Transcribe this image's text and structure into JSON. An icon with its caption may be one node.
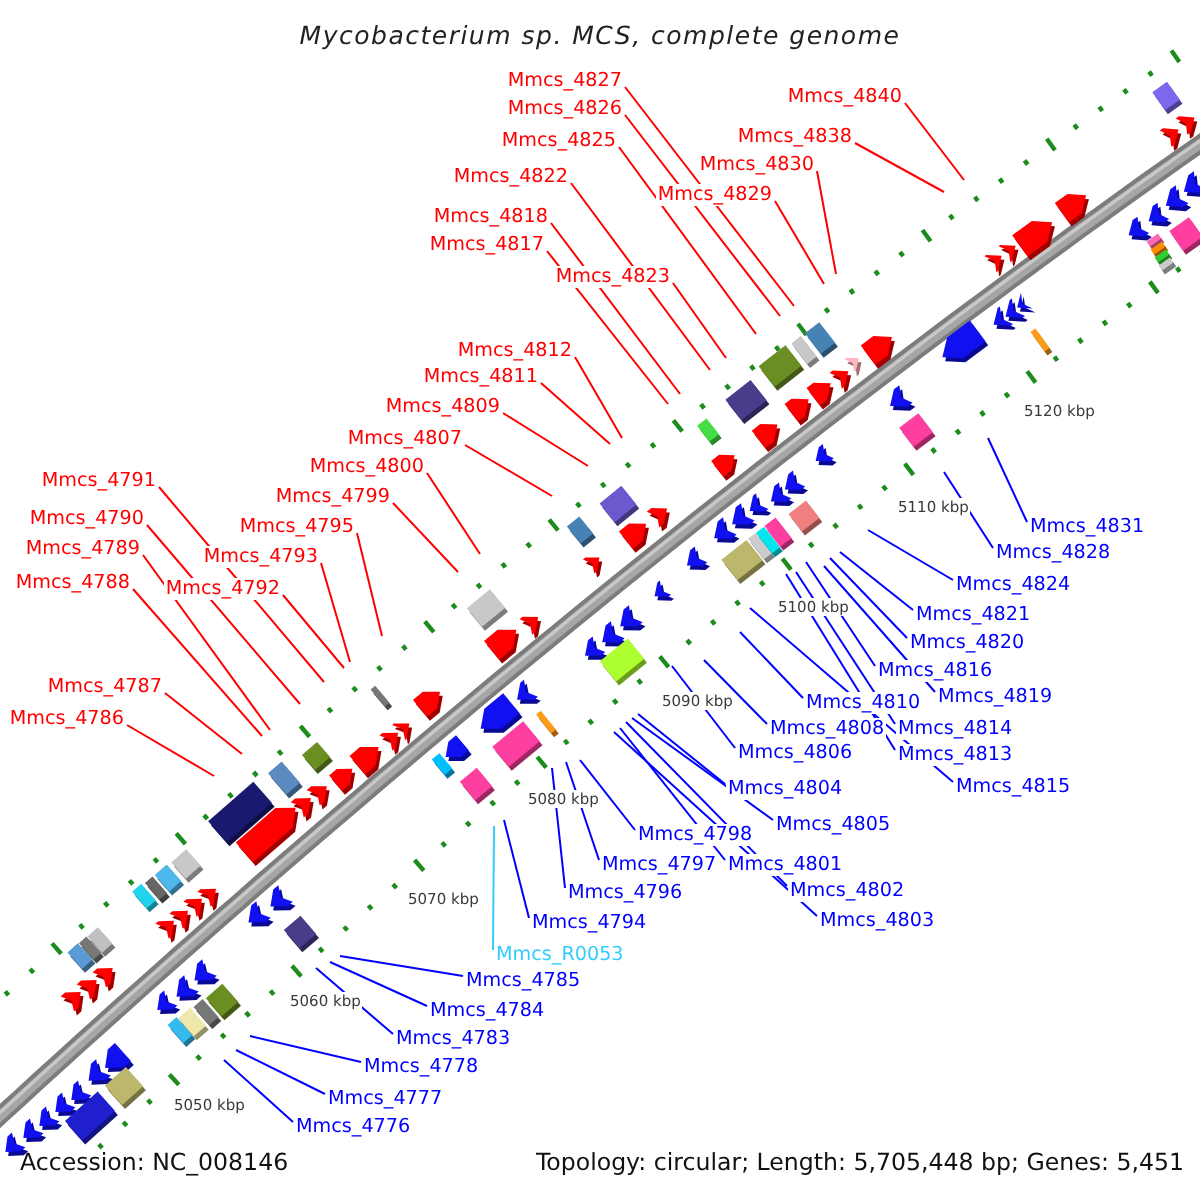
{
  "diagram": {
    "title": "Mycobacterium sp. MCS, complete genome",
    "nodes": [
      {
        "text": [
          "Mmcs_4827"
        ]
      },
      {
        "text": [
          "Mmcs_4840"
        ]
      },
      {
        "text": [
          "Mmcs_4826"
        ]
      },
      {
        "text": [
          "Mmcs_4838"
        ]
      },
      {
        "text": [
          "Mmcs_4825"
        ]
      },
      {
        "text": [
          "Mmcs_4830"
        ]
      },
      {
        "text": [
          "Mmcs_4822"
        ]
      },
      {
        "text": [
          "Mmcs_4829"
        ]
      },
      {
        "text": [
          "Mmcs_4818"
        ]
      },
      {
        "text": [
          "Mmcs_4817"
        ]
      },
      {
        "text": [
          "Mmcs_4823"
        ]
      },
      {
        "text": [
          "Mmcs_4812"
        ]
      },
      {
        "text": [
          "Mmcs_4811"
        ]
      },
      {
        "text": [
          "Mmcs_4809"
        ]
      },
      {
        "text": [
          "Mmcs_4807"
        ]
      },
      {
        "text": [
          "Mmcs_4800"
        ]
      },
      {
        "text": [
          "Mmcs_4791"
        ]
      },
      {
        "text": [
          "Mmcs_4799"
        ]
      },
      {
        "text": [
          "Mmcs_4790"
        ]
      },
      {
        "text": [
          "Mmcs_4831"
        ]
      },
      {
        "text": [
          "Mmcs_4795"
        ]
      },
      {
        "text": [
          "Mmcs_4789"
        ]
      },
      {
        "text": [
          "Mmcs_4828"
        ]
      },
      {
        "text": [
          "Mmcs_4793"
        ]
      },
      {
        "text": [
          "Mmcs_4788"
        ]
      },
      {
        "text": [
          "Mmcs_4824"
        ]
      },
      {
        "text": [
          "Mmcs_4792"
        ]
      },
      {
        "text": [
          "Mmcs_4821"
        ]
      },
      {
        "text": [
          "Mmcs_4820"
        ]
      },
      {
        "text": [
          "Mmcs_4816"
        ]
      },
      {
        "text": [
          "Mmcs_4787"
        ]
      },
      {
        "text": [
          "Mmcs_4819"
        ]
      },
      {
        "text": [
          "Mmcs_4810"
        ]
      },
      {
        "text": [
          "Mmcs_4786"
        ]
      },
      {
        "text": [
          "Mmcs_4808"
        ]
      },
      {
        "text": [
          "Mmcs_4814"
        ]
      },
      {
        "text": [
          "Mmcs_4806"
        ]
      },
      {
        "text": [
          "Mmcs_4813"
        ]
      },
      {
        "text": [
          "Mmcs_4815"
        ]
      },
      {
        "text": [
          "Mmcs_4804"
        ]
      },
      {
        "text": [
          "Mmcs_4805"
        ]
      },
      {
        "text": [
          "Mmcs_4798"
        ]
      },
      {
        "text": [
          "Mmcs_4801"
        ]
      },
      {
        "text": [
          "Mmcs_4797"
        ]
      },
      {
        "text": [
          "Mmcs_4802"
        ]
      },
      {
        "text": [
          "Mmcs_4796"
        ]
      },
      {
        "text": [
          "Mmcs_4803"
        ]
      },
      {
        "text": [
          "Mmcs_4794"
        ]
      },
      {
        "text": [
          "Mmcs_R0053"
        ]
      },
      {
        "text": [
          "Mmcs_4785"
        ]
      },
      {
        "text": [
          "Mmcs_4784"
        ]
      },
      {
        "text": [
          "Mmcs_4783"
        ]
      },
      {
        "text": [
          "Mmcs_4778"
        ]
      },
      {
        "text": [
          "Mmcs_4777"
        ]
      },
      {
        "text": [
          "Mmcs_4776"
        ]
      }
    ],
    "edges": [
      {
        "from": 0,
        "to": null,
        "arrow": "none",
        "color": "#ff0000"
      },
      {
        "from": 1,
        "to": null,
        "arrow": "none",
        "color": "#ff0000"
      },
      {
        "from": 2,
        "to": null,
        "arrow": "none",
        "color": "#ff0000"
      },
      {
        "from": 3,
        "to": null,
        "arrow": "none",
        "color": "#ff0000"
      },
      {
        "from": 4,
        "to": null,
        "arrow": "none",
        "color": "#ff0000"
      },
      {
        "from": 5,
        "to": null,
        "arrow": "none",
        "color": "#ff0000"
      },
      {
        "from": 6,
        "to": null,
        "arrow": "none",
        "color": "#ff0000"
      },
      {
        "from": 7,
        "to": null,
        "arrow": "none",
        "color": "#ff0000"
      },
      {
        "from": 8,
        "to": null,
        "arrow": "none",
        "color": "#ff0000"
      },
      {
        "from": 9,
        "to": null,
        "arrow": "none",
        "color": "#ff0000"
      },
      {
        "from": 10,
        "to": null,
        "arrow": "none",
        "color": "#ff0000"
      },
      {
        "from": 11,
        "to": null,
        "arrow": "none",
        "color": "#ff0000"
      },
      {
        "from": 12,
        "to": null,
        "arrow": "none",
        "color": "#ff0000"
      },
      {
        "from": 13,
        "to": null,
        "arrow": "none",
        "color": "#ff0000"
      },
      {
        "from": 14,
        "to": null,
        "arrow": "none",
        "color": "#ff0000"
      },
      {
        "from": 15,
        "to": null,
        "arrow": "none",
        "color": "#ff0000"
      },
      {
        "from": 16,
        "to": null,
        "arrow": "none",
        "color": "#ff0000"
      },
      {
        "from": 17,
        "to": null,
        "arrow": "none",
        "color": "#ff0000"
      },
      {
        "from": 18,
        "to": null,
        "arrow": "none",
        "color": "#ff0000"
      },
      {
        "from": 19,
        "to": null,
        "arrow": "none"
      },
      {
        "from": 20,
        "to": null,
        "arrow": "none",
        "color": "#ff0000"
      },
      {
        "from": 21,
        "to": null,
        "arrow": "none",
        "color": "#ff0000"
      },
      {
        "from": 22,
        "to": null,
        "arrow": "none"
      },
      {
        "from": 23,
        "to": null,
        "arrow": "none",
        "color": "#ff0000"
      },
      {
        "from": 24,
        "to": null,
        "arrow": "none",
        "color": "#ff0000"
      },
      {
        "from": 25,
        "to": null,
        "arrow": "none"
      },
      {
        "from": 26,
        "to": null,
        "arrow": "none",
        "color": "#ff0000"
      },
      {
        "from": 27,
        "to": null,
        "arrow": "none"
      },
      {
        "from": 28,
        "to": null,
        "arrow": "none"
      },
      {
        "from": 29,
        "to": null,
        "arrow": "none"
      },
      {
        "from": 30,
        "to": null,
        "arrow": "none",
        "color": "#ff0000"
      },
      {
        "from": 31,
        "to": null,
        "arrow": "none"
      },
      {
        "from": 32,
        "to": null,
        "arrow": "none"
      },
      {
        "from": 33,
        "to": null,
        "arrow": "none",
        "color": "#ff0000"
      },
      {
        "from": 34,
        "to": null,
        "arrow": "none"
      },
      {
        "from": 35,
        "to": null,
        "arrow": "none"
      },
      {
        "from": 36,
        "to": null,
        "arrow": "none"
      },
      {
        "from": 37,
        "to": null,
        "arrow": "none"
      },
      {
        "from": 38,
        "to": null,
        "arrow": "none"
      },
      {
        "from": 39,
        "to": null,
        "arrow": "none"
      },
      {
        "from": 40,
        "to": null,
        "arrow": "none"
      },
      {
        "from": 41,
        "to": null,
        "arrow": "none"
      },
      {
        "from": 42,
        "to": null,
        "arrow": "none"
      },
      {
        "from": 43,
        "to": null,
        "arrow": "none"
      },
      {
        "from": 44,
        "to": null,
        "arrow": "none"
      },
      {
        "from": 45,
        "to": null,
        "arrow": "none"
      },
      {
        "from": 46,
        "to": null,
        "arrow": "none"
      },
      {
        "from": 47,
        "to": null,
        "arrow": "none"
      },
      {
        "from": 48,
        "to": null,
        "arrow": "none",
        "color": "#33ccff"
      },
      {
        "from": 49,
        "to": null,
        "arrow": "none"
      },
      {
        "from": 50,
        "to": null,
        "arrow": "none"
      },
      {
        "from": 51,
        "to": null,
        "arrow": "none"
      },
      {
        "from": 52,
        "to": null,
        "arrow": "none"
      },
      {
        "from": 53,
        "to": null,
        "arrow": "none"
      },
      {
        "from": 54,
        "to": null,
        "arrow": "none"
      }
    ],
    "labels": [
      "5120 kbp",
      "5110 kbp",
      "5100 kbp",
      "5090 kbp",
      "5080 kbp",
      "5070 kbp",
      "5060 kbp",
      "5050 kbp",
      "Accession: NC_008146",
      "Topology: circular; Length: 5,705,448 bp; Genes: 5,451"
    ]
  }
}
